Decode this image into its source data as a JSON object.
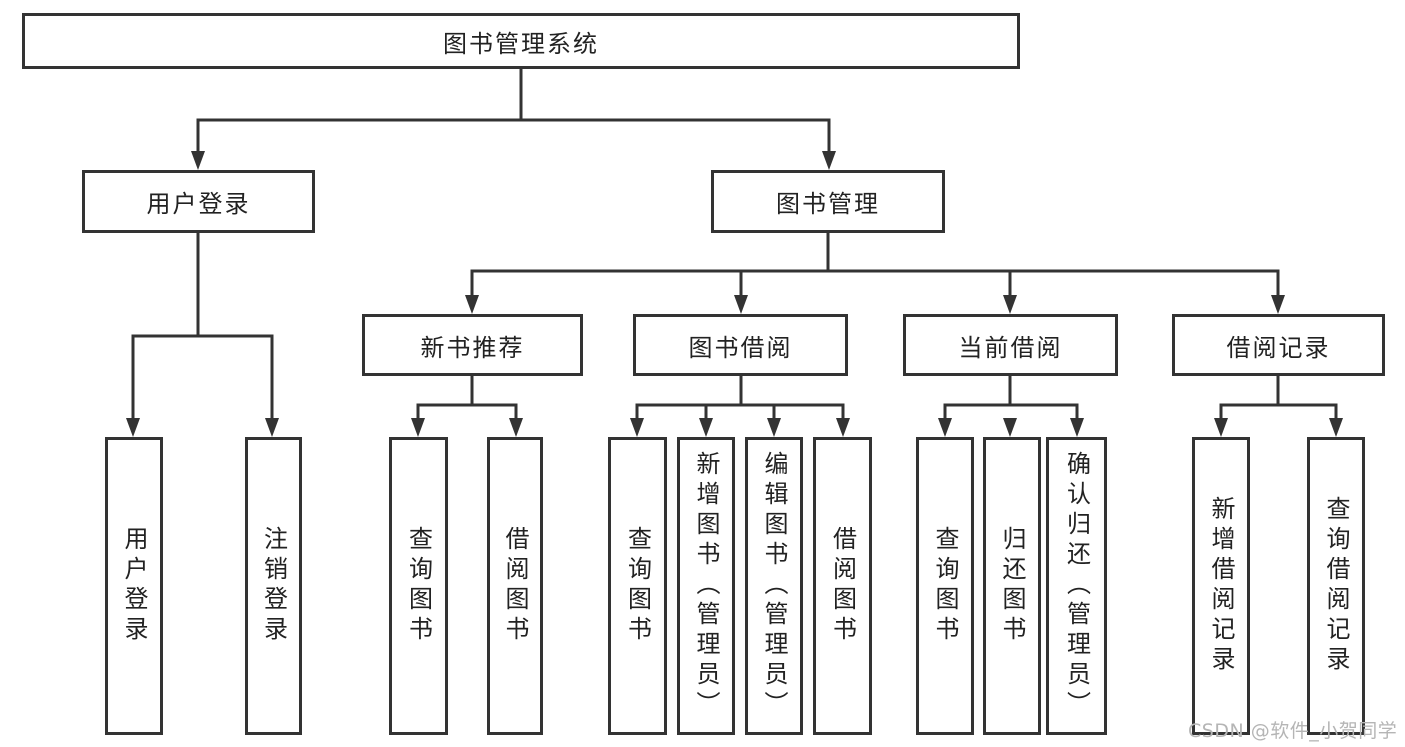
{
  "tree": {
    "root": "图书管理系统",
    "user_login": {
      "label": "用户登录",
      "children": [
        "用户登录",
        "注销登录"
      ]
    },
    "book_management": {
      "label": "图书管理",
      "children": [
        {
          "label": "新书推荐",
          "children": [
            "查询图书",
            "借阅图书"
          ]
        },
        {
          "label": "图书借阅",
          "children": [
            "查询图书",
            "新增图书（管理员）",
            "编辑图书（管理员）",
            "借阅图书"
          ]
        },
        {
          "label": "当前借阅",
          "children": [
            "查询图书",
            "归还图书",
            "确认归还（管理员）"
          ]
        },
        {
          "label": "借阅记录",
          "children": [
            "新增借阅记录",
            "查询借阅记录"
          ]
        }
      ]
    }
  },
  "watermark": "CSDN @软件_小贺同学",
  "colors": {
    "line": "#333333",
    "text": "#222222",
    "box_background": "#ffffff",
    "watermark": "#b5b5b5",
    "page_background": "#ffffff"
  }
}
